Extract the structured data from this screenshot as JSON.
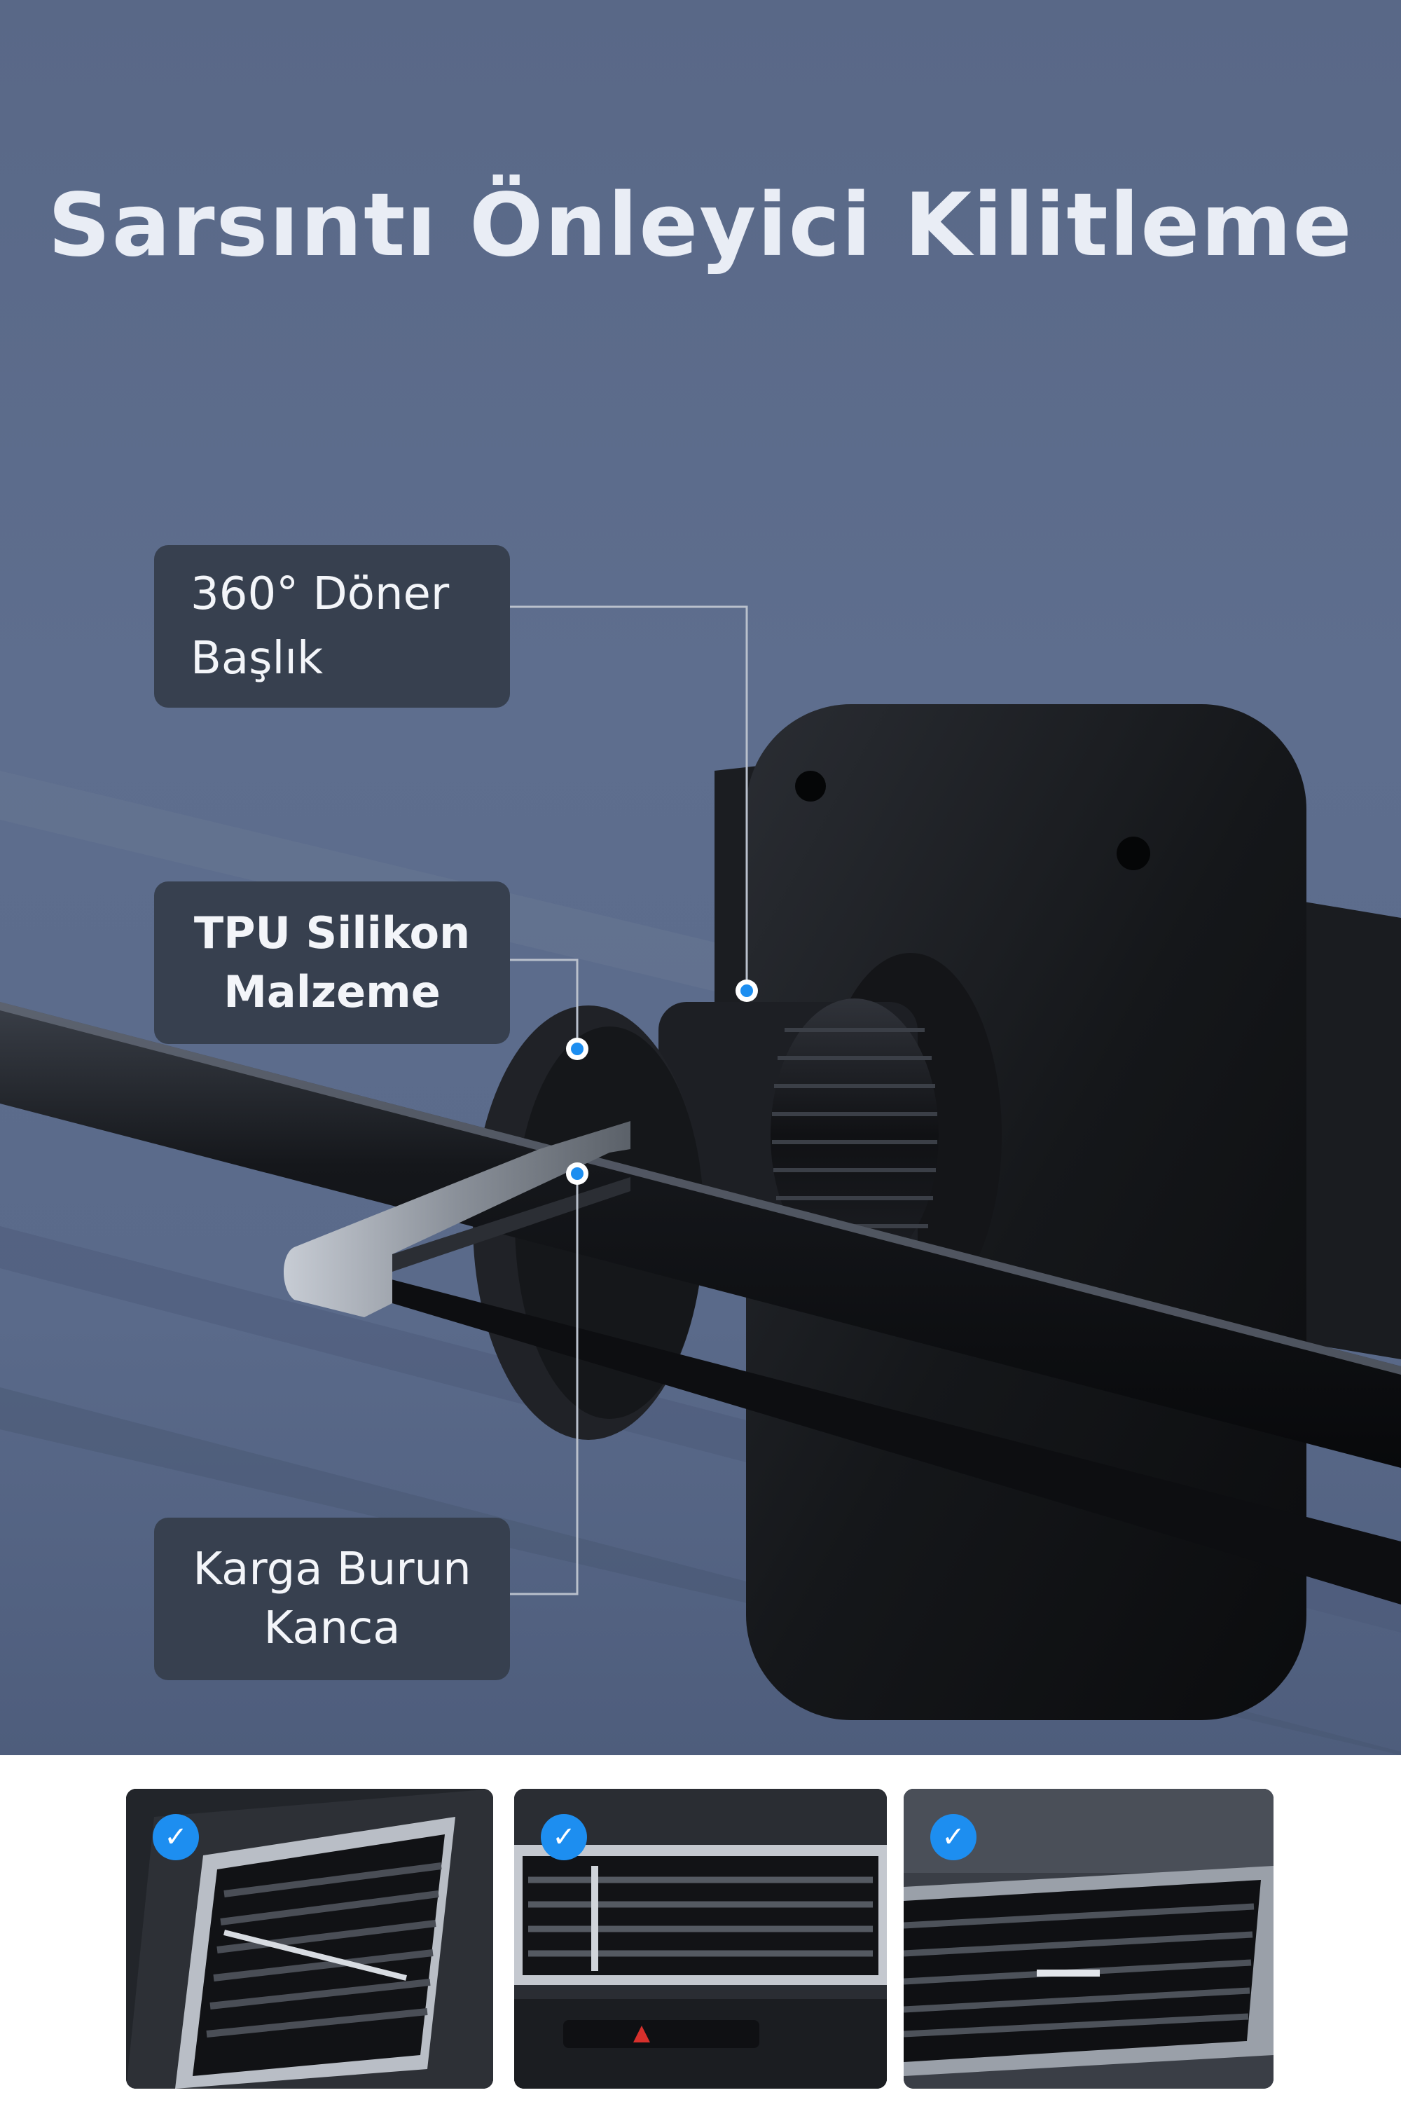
{
  "title": "Sarsıntı Önleyici Kilitleme",
  "callouts": {
    "swivel": {
      "line1": "360° Döner",
      "line2": "Başlık"
    },
    "tpu": {
      "line1": "TPU Silikon",
      "line2": "Malzeme"
    },
    "hook": {
      "line1": "Karga Burun",
      "line2": "Kanca"
    }
  },
  "colors": {
    "background": "#5a6a8a",
    "callout_box": "#37404f",
    "marker_dot": "#1d8ef0",
    "check_badge": "#1d8ef0"
  },
  "icons": {
    "check": "✓"
  }
}
